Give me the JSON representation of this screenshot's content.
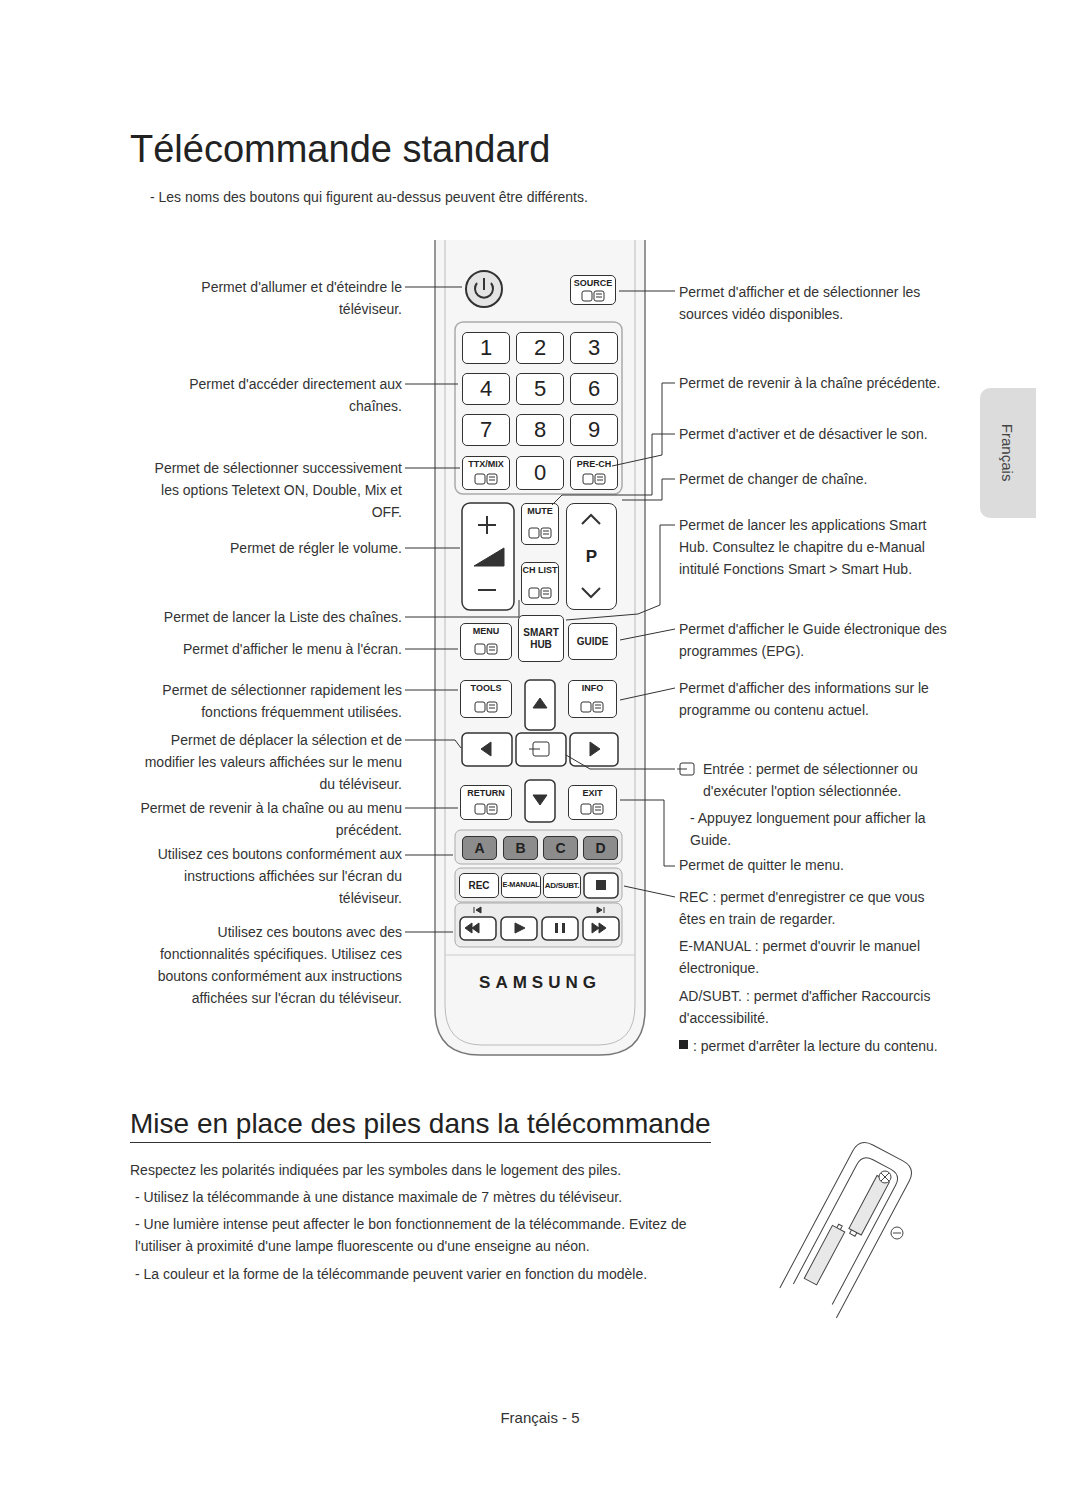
{
  "diagram": {
    "title": "Télécommande standard",
    "nodes": [
      {
        "text": [
          "SAMSUNG"
        ]
      },
      {
        "text": [
          "SOURCE"
        ],
        "in": 0
      },
      {
        "text": [
          "1"
        ],
        "in": 0
      },
      {
        "text": [
          "2"
        ],
        "in": 0
      },
      {
        "text": [
          "3"
        ],
        "in": 0
      },
      {
        "text": [
          "4"
        ],
        "in": 0
      },
      {
        "text": [
          "5"
        ],
        "in": 0
      },
      {
        "text": [
          "6"
        ],
        "in": 0
      },
      {
        "text": [
          "7"
        ],
        "in": 0
      },
      {
        "text": [
          "8"
        ],
        "in": 0
      },
      {
        "text": [
          "9"
        ],
        "in": 0
      },
      {
        "text": [
          "TTX/MIX"
        ],
        "in": 0
      },
      {
        "text": [
          "0"
        ],
        "in": 0
      },
      {
        "text": [
          "PRE-CH"
        ],
        "in": 0
      },
      {
        "text": [
          "MUTE"
        ],
        "in": 0
      },
      {
        "text": [
          "P"
        ],
        "in": 0
      },
      {
        "text": [
          "CH LIST"
        ],
        "in": 0
      },
      {
        "text": [
          "MENU"
        ],
        "in": 0
      },
      {
        "text": [
          "SMART HUB"
        ],
        "in": 0
      },
      {
        "text": [
          "GUIDE"
        ],
        "in": 0
      },
      {
        "text": [
          "TOOLS"
        ],
        "in": 0
      },
      {
        "text": [
          "INFO"
        ],
        "in": 0
      },
      {
        "text": [
          "RETURN"
        ],
        "in": 0
      },
      {
        "text": [
          "EXIT"
        ],
        "in": 0
      },
      {
        "text": [
          "A"
        ],
        "in": 0
      },
      {
        "text": [
          "B"
        ],
        "in": 0
      },
      {
        "text": [
          "C"
        ],
        "in": 0
      },
      {
        "text": [
          "D"
        ],
        "in": 0
      },
      {
        "text": [
          "REC"
        ],
        "in": 0
      },
      {
        "text": [
          "E-MANUAL"
        ],
        "in": 0
      },
      {
        "text": [
          "AD/SUBT."
        ],
        "in": 0
      },
      {
        "text": [
          "Français"
        ]
      }
    ],
    "labels": [
      "- Les noms des boutons qui figurent au-dessus peuvent être différents.",
      "Permet d'allumer et d'éteindre le téléviseur.",
      "Permet d'accéder directement aux chaînes.",
      "Permet de sélectionner successivement les options Teletext ON, Double, Mix et OFF.",
      "Permet de régler le volume.",
      "Permet de lancer la Liste des chaînes.",
      "Permet d'afficher le menu à l'écran.",
      "Permet de sélectionner rapidement les fonctions fréquemment utilisées.",
      "Permet de déplacer la sélection et de modifier les valeurs affichées sur le menu du téléviseur.",
      "Permet de revenir à la chaîne ou au menu précédent.",
      "Utilisez ces boutons conformément aux instructions affichées sur l'écran du téléviseur.",
      "Utilisez ces boutons avec des fonctionnalités spécifiques. Utilisez ces boutons conformément aux instructions affichées sur l'écran du téléviseur.",
      "Permet d'afficher et de sélectionner les sources vidéo disponibles.",
      "Permet de revenir à la chaîne précédente.",
      "Permet d'activer et de désactiver le son.",
      "Permet de changer de chaîne.",
      "Permet de lancer les applications Smart Hub. Consultez le chapitre du e-Manual intitulé Fonctions Smart > Smart Hub.",
      "Permet d'afficher le Guide électronique des programmes (EPG).",
      "Permet d'afficher des informations sur le programme ou contenu actuel.",
      "Entrée : permet de sélectionner ou d'exécuter l'option sélectionnée.",
      "- Appuyez longuement pour afficher la Guide.",
      "Permet de quitter le menu.",
      "REC : permet d'enregistrer ce que vous êtes en train de regarder.",
      "E-MANUAL : permet d'ouvrir le manuel électronique.",
      "AD/SUBT. : permet d'afficher Raccourcis d'accessibilité.",
      ": permet d'arrêter la lecture du contenu.",
      "Respectez les polarités indiquées par les symboles dans le logement des piles.",
      "- Utilisez la télécommande à une distance maximale de 7 mètres du téléviseur.",
      "- Une lumière intense peut affecter le bon fonctionnement de la télécommande. Evitez de l'utiliser à proximité d'une lampe fluorescente ou d'une enseigne au néon.",
      "- La couleur et la forme de la télécommande peuvent varier en fonction du modèle.",
      "Mise en place des piles dans la télécommande",
      "Français - 5"
    ]
  }
}
